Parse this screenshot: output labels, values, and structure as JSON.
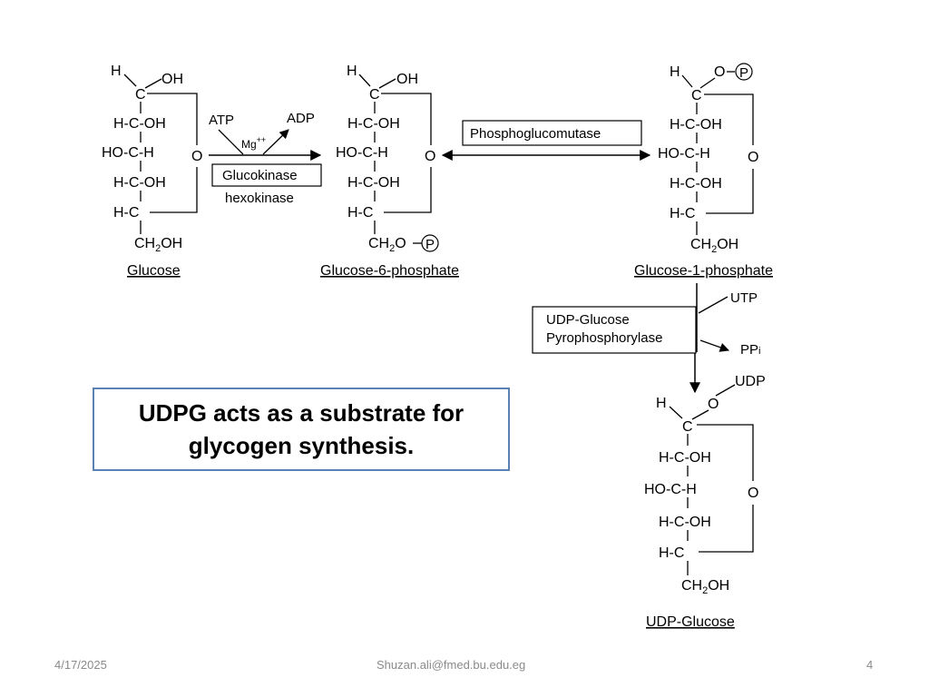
{
  "slide": {
    "molecules": {
      "glucose": {
        "caption": "Glucose",
        "h": "H",
        "oh": "OH",
        "c": "C",
        "r1": "H-C-OH",
        "r2": "HO-C-H",
        "r3": "H-C-OH",
        "r4": "H-C",
        "ring_o": "O",
        "ch2": "CH",
        "sub2": "2",
        "oh_end": "OH"
      },
      "g6p": {
        "caption": "Glucose-6-phosphate",
        "h": "H",
        "oh": "OH",
        "c": "C",
        "r1": "H-C-OH",
        "r2": "HO-C-H",
        "r3": "H-C-OH",
        "r4": "H-C",
        "ring_o": "O",
        "ch2": "CH",
        "sub2": "2",
        "o_end": "O",
        "p": "P"
      },
      "g1p": {
        "caption": "Glucose-1-phosphate",
        "h": "H",
        "o": "O",
        "p": "P",
        "c": "C",
        "r1": "H-C-OH",
        "r2": "HO-C-H",
        "r3": "H-C-OH",
        "r4": "H-C",
        "ring_o": "O",
        "ch2": "CH",
        "sub2": "2",
        "oh_end": "OH"
      },
      "udpg": {
        "caption": "UDP-Glucose",
        "h": "H",
        "o": "O",
        "udp": "UDP",
        "c": "C",
        "r1": "H-C-OH",
        "r2": "HO-C-H",
        "r3": "H-C-OH",
        "r4": "H-C",
        "ring_o": "O",
        "ch2": "CH",
        "sub2": "2",
        "oh_end": "OH"
      }
    },
    "reaction1": {
      "atp": "ATP",
      "adp": "ADP",
      "mg": "Mg",
      "mg_charge": "++",
      "enzyme": "Glucokinase",
      "enzyme2": "hexokinase"
    },
    "reaction2": {
      "enzyme": "Phosphoglucomutase"
    },
    "reaction3": {
      "utp": "UTP",
      "ppi": "PP",
      "ppi_sub": "i",
      "enzyme_line1": "UDP-Glucose",
      "enzyme_line2": "Pyrophosphorylase"
    },
    "callout": {
      "line1": "UDPG acts as a substrate for",
      "line2": "glycogen synthesis."
    }
  },
  "footer": {
    "date": "4/17/2025",
    "email": "Shuzan.ali@fmed.bu.edu.eg",
    "page": "4"
  }
}
